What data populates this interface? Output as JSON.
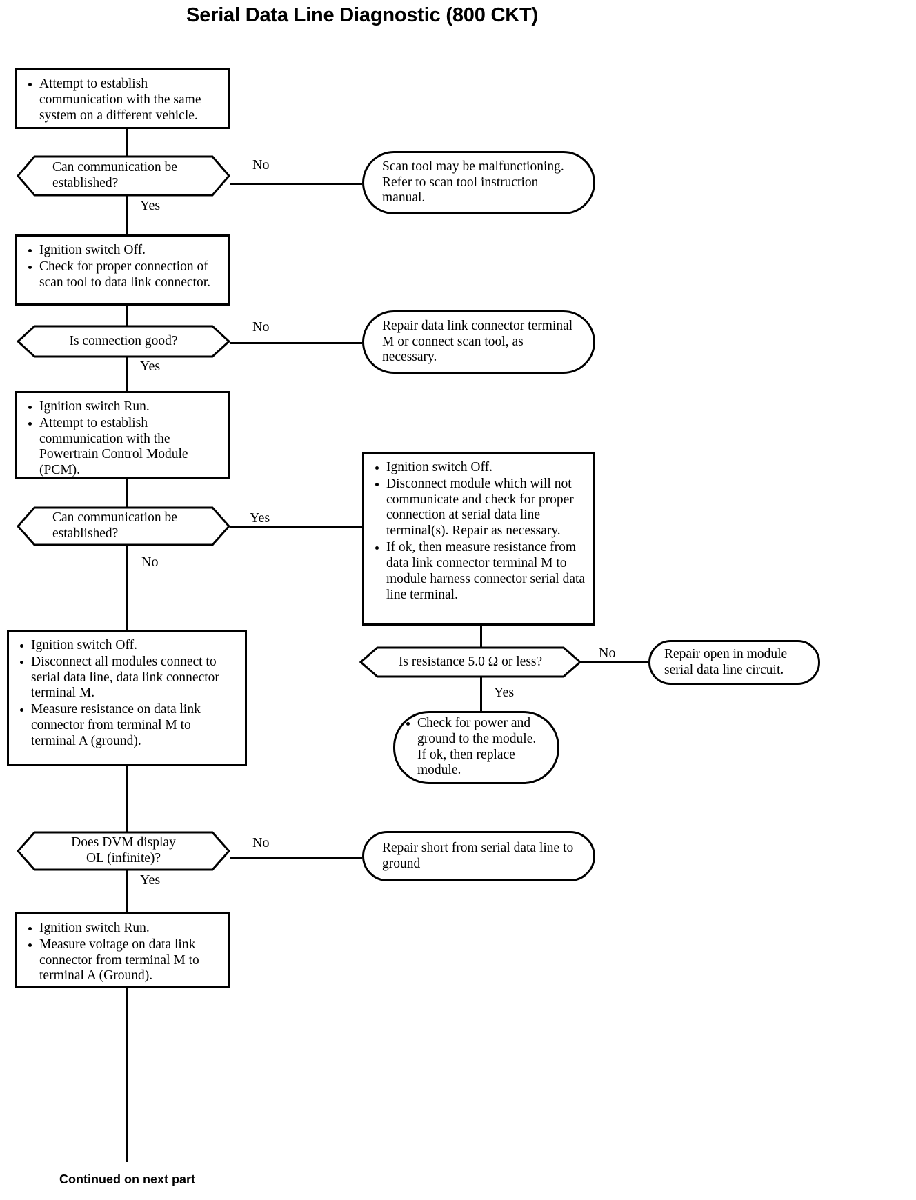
{
  "document": {
    "title": "Serial Data Line Diagnostic (800 CKT)",
    "footer": "Continued on next part"
  },
  "labels": {
    "yes": "Yes",
    "no": "No"
  },
  "nodes": {
    "step1": {
      "type": "process",
      "bullets": [
        "Attempt to establish communication with the same system on a different vehicle."
      ]
    },
    "decision1": {
      "type": "decision",
      "line1": "Can communication be",
      "line2": "established?"
    },
    "terminal1": {
      "type": "terminal",
      "text": "Scan tool may be malfunctioning. Refer to scan tool instruction manual."
    },
    "step2": {
      "type": "process",
      "bullets": [
        "Ignition switch Off.",
        "Check for proper connection of scan tool to data link connector."
      ]
    },
    "decision2": {
      "type": "decision",
      "line1": "Is connection good?",
      "line2": ""
    },
    "terminal2": {
      "type": "terminal",
      "text": "Repair data link connector terminal M or connect scan tool, as necessary."
    },
    "step3": {
      "type": "process",
      "bullets": [
        "Ignition switch Run.",
        "Attempt to establish communication with the Powertrain Control Module (PCM)."
      ]
    },
    "decision3": {
      "type": "decision",
      "line1": "Can communication be",
      "line2": "established?"
    },
    "step4": {
      "type": "process",
      "bullets": [
        "Ignition switch Off.",
        "Disconnect module which will not communicate and check for proper connection at serial data line  terminal(s). Repair as necessary.",
        "If ok, then measure resistance from data link connector terminal M to module harness connector serial data line  terminal."
      ]
    },
    "decision4": {
      "type": "decision",
      "line1": "Is resistance 5.0 Ω or  less?",
      "line2": ""
    },
    "terminal3": {
      "type": "terminal",
      "text": "Repair open in module serial data line  circuit."
    },
    "terminal4": {
      "type": "terminal",
      "bullets": [
        "Check for power and ground to the module. If ok, then replace module."
      ]
    },
    "step5": {
      "type": "process",
      "bullets": [
        "Ignition switch Off.",
        "Disconnect all modules connect to serial data line, data link connector terminal M.",
        "Measure resistance on data link connector from terminal M  to terminal A (ground)."
      ]
    },
    "decision5": {
      "type": "decision",
      "line1": "Does DVM display",
      "line2": "OL (infinite)?"
    },
    "terminal5": {
      "type": "terminal",
      "text": "Repair short from serial data line to ground"
    },
    "step6": {
      "type": "process",
      "bullets": [
        "Ignition switch Run.",
        "Measure voltage on data link connector from terminal M to terminal A (Ground)."
      ]
    }
  },
  "branches": {
    "d1_no": "No",
    "d1_yes": "Yes",
    "d2_no": "No",
    "d2_yes": "Yes",
    "d3_yes": "Yes",
    "d3_no": "No",
    "d4_no": "No",
    "d4_yes": "Yes",
    "d5_no": "No",
    "d5_yes": "Yes"
  }
}
